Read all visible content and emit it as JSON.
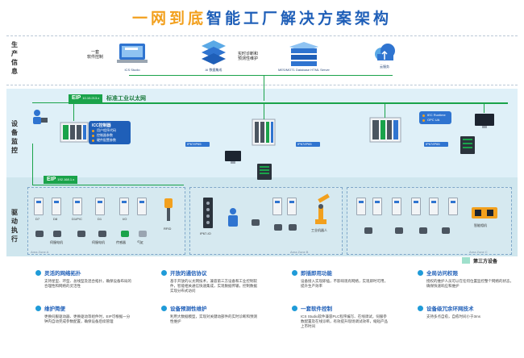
{
  "title": {
    "accent": "一网到底",
    "rest": "智能工厂解决方案架构"
  },
  "sides": {
    "production": "生产信息",
    "monitoring": "设备监控",
    "drive": "驱动执行"
  },
  "prod_nodes": [
    {
      "label": "一套\n软件控制"
    },
    {
      "caption": "ICS Studio"
    },
    {
      "caption": "AI 数据集成"
    },
    {
      "label": "实时诊断和\n预测性维护"
    },
    {
      "caption": "MES/MOT1 Database HTML Server"
    },
    {
      "caption": "云服务"
    }
  ],
  "network": {
    "eip_main": "EIP",
    "eip_main_ip": "10.10.213.x",
    "main_bus_label": "标准工业以太网",
    "eip_sub": "EIP",
    "eip_sub_ip": "192.168.1.x"
  },
  "ucc_callout": {
    "title": "ICC控制器",
    "items": [
      "用户程序代码",
      "控制器参数",
      "硬件配置参数"
    ]
  },
  "switch_labels": [
    "IEC Runtime",
    "OPC UA"
  ],
  "small_tags": [
    "IP67/IP65",
    "IP67/IP65",
    "IP67/IP65"
  ],
  "zones": [
    "Area Zone A",
    "Area Zone B",
    "Area Zone C"
  ],
  "zone_a_caps": [
    "D7",
    "D8",
    "D1/P/C",
    "D1",
    "I/O",
    "伺服电机",
    "伺服电机",
    "传感器",
    "气缸",
    "RFID"
  ],
  "zone_b_caps": [
    "IP67-IO",
    "工业机器人"
  ],
  "zone_c_caps": [
    "智能相机"
  ],
  "legend": {
    "label": "第三方设备",
    "color": "#9fe0cc"
  },
  "features": [
    {
      "title": "灵活的网络拓扑",
      "body": "支持星型、环型、总线型及混合拓扑，确保设备布局的合理性和网络的灵活性"
    },
    {
      "title": "开放的通信协议",
      "body": "基于开放的以太网技术，兼容第三方设备和工业控制软件，智能相关通信快速集成，实现数据传输，控制数据实现分布式访问"
    },
    {
      "title": "即插即用功能",
      "body": "设备接入实现即插，不影响现有网络，实现即时可用，提升生产效率"
    },
    {
      "title": "全局访问权限",
      "body": "授权的维护人员可以在任何位置监控整个网络的状态，确保快速响应和维护"
    },
    {
      "title": "维护简便",
      "body": "更换伺服驱动器、更换驱动等组件时，EIP可根据一分钟内自动完成参数配置，确保设备后续管理"
    },
    {
      "title": "设备预测性维护",
      "body": "利用大数据模型，实现对关键动部件的实时诊断和预测性维护"
    },
    {
      "title": "一套软件控制",
      "body": "ICS Studio软件兼容PLC程序编写、在线调试，伺服参数配置及在线诊断，有效提升现场调试效率，缩短产品上市时间"
    },
    {
      "title": "设备级冗余环网技术",
      "body": "支持多点自愈，自愈时间小于3ms"
    }
  ],
  "colors": {
    "accent": "#f2a01e",
    "brand": "#1f5fb8",
    "bus": "#1aa34a",
    "third_party": "#9fe0cc"
  }
}
